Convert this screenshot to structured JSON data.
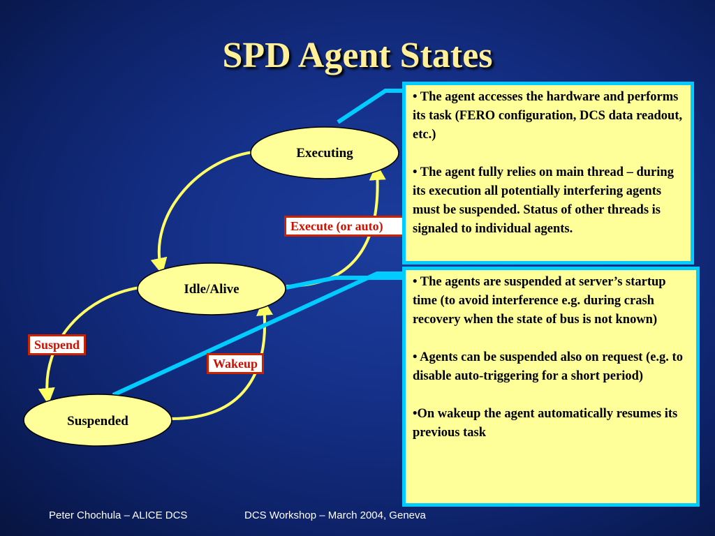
{
  "title": "SPD Agent States",
  "states": {
    "executing": "Executing",
    "idle": "Idle/Alive",
    "suspended": "Suspended"
  },
  "transitions": {
    "execute": "Execute (or auto)",
    "suspend": "Suspend",
    "wakeup": "Wakeup"
  },
  "info_executing": [
    "• The agent accesses the hardware and performs its task (FERO configuration, DCS data readout, etc.)",
    "• The agent fully relies on main thread – during its execution all potentially interfering agents must be suspended. Status of other threads is signaled to individual agents."
  ],
  "info_suspended": [
    "• The agents are suspended at server’s startup time (to avoid interference e.g. during crash recovery when the state of bus is not known)",
    "• Agents can be suspended also on request (e.g. to disable auto-triggering for a short period)",
    "•On wakeup the agent automatically resumes its previous task"
  ],
  "footer": {
    "left": "Peter Chochula – ALICE DCS",
    "right": "DCS Workshop – March 2004, Geneva"
  },
  "colors": {
    "background": "#15318a",
    "title": "#fff099",
    "ellipse": "#ffff99",
    "arrow": "#ffff66",
    "info_border": "#00ccff",
    "label_border": "#cc2200"
  }
}
